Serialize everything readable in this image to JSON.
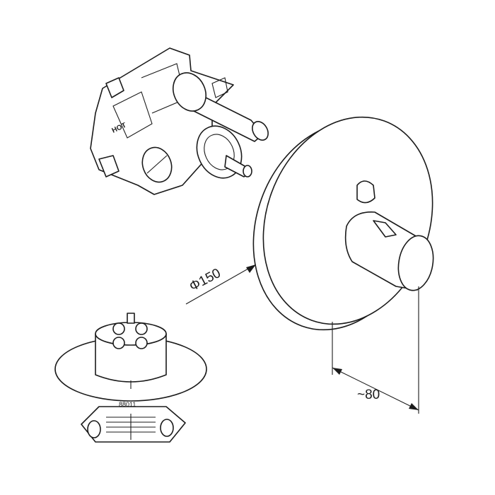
{
  "labels": {
    "hot_marking": "HOT",
    "diameter_dimension": "Φ150",
    "depth_dimension": "~80",
    "part_number": "88011"
  },
  "colors": {
    "line": "#1a1a1a",
    "background": "#ffffff"
  }
}
